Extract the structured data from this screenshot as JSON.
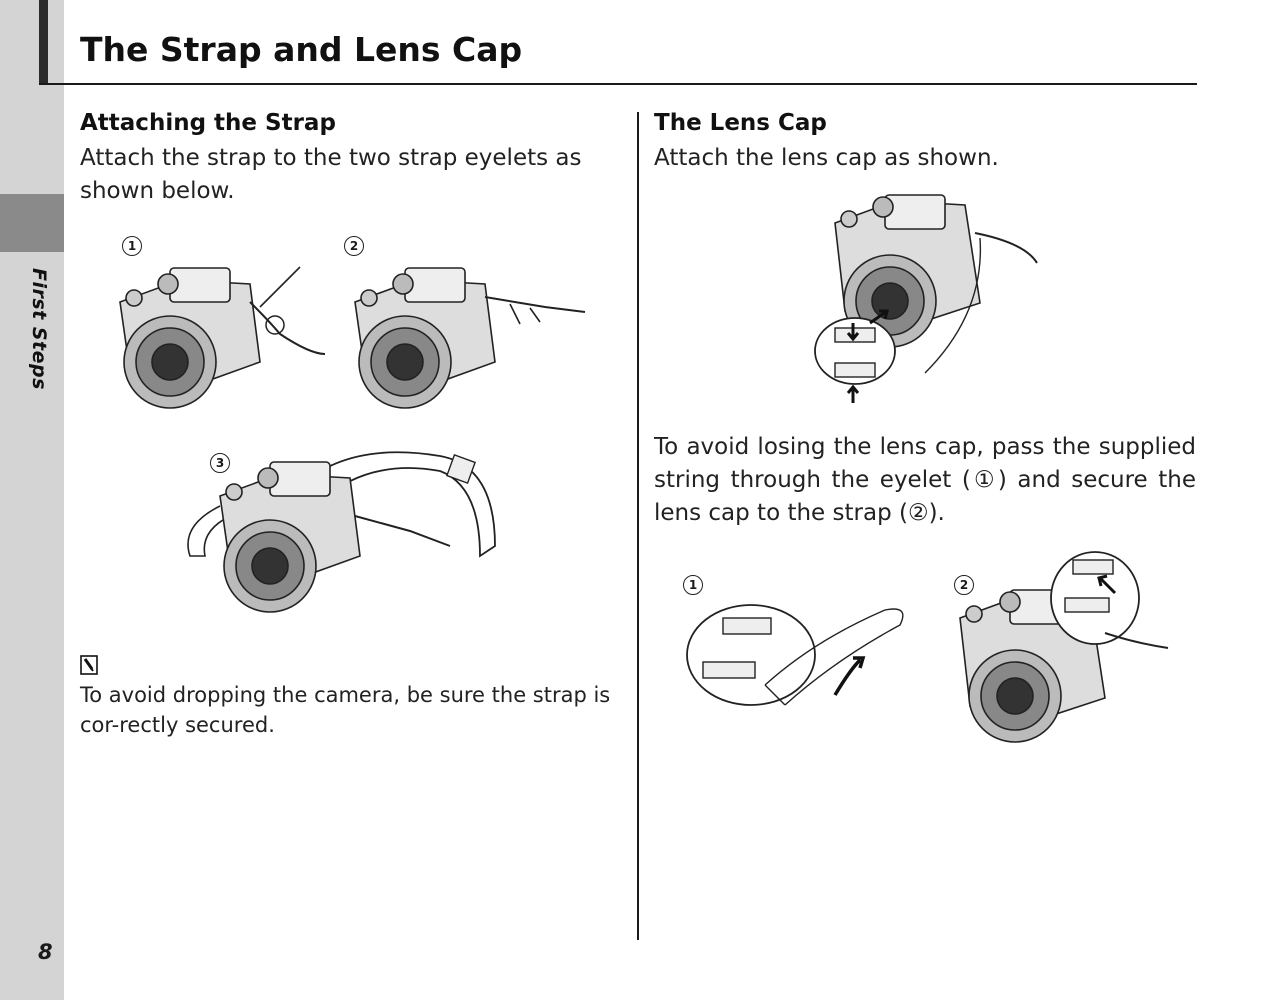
{
  "page": {
    "title": "The Strap and Lens Cap",
    "section_label": "First Steps",
    "page_number": "8"
  },
  "left_column": {
    "heading": "Attaching the Strap",
    "intro": "Attach the strap to the two strap eyelets as shown below.",
    "steps": [
      "1",
      "2",
      "3"
    ],
    "note_icon": "caution-icon",
    "note": "To avoid dropping the camera, be sure the strap is cor-rectly secured."
  },
  "right_column": {
    "heading": "The Lens Cap",
    "intro": "Attach the lens cap as shown.",
    "body": "To avoid losing the lens cap, pass the supplied string through the eyelet (①) and secure the lens cap to the strap (②).",
    "steps": [
      "1",
      "2"
    ]
  }
}
